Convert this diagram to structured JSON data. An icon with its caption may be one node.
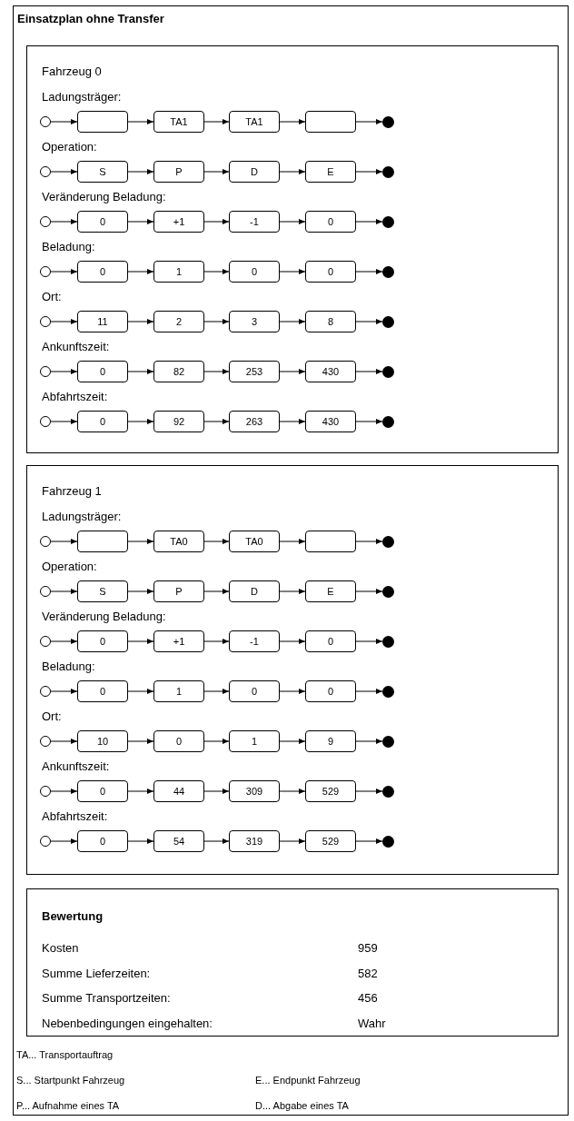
{
  "diagram": {
    "nodes": [
      {
        "text": [
          "Einsatzplan ohne Transfer"
        ]
      },
      {
        "text": [
          "Fahrzeug 0",
          "Ladungsträger:",
          "Operation:",
          "Veränderung Beladung:",
          "Beladung:",
          "Ort:",
          "Ankunftszeit:",
          "Abfahrtszeit:"
        ],
        "in": 0
      },
      {
        "text": [],
        "shape": "circle",
        "in": 1
      },
      {
        "text": [],
        "shape": "box",
        "in": 1
      },
      {
        "text": [
          "TA1"
        ],
        "in": 1
      },
      {
        "text": [
          "TA1"
        ],
        "in": 1
      },
      {
        "text": [],
        "shape": "box",
        "in": 1
      },
      {
        "text": [],
        "shape": "dot",
        "in": 1
      },
      {
        "text": [],
        "shape": "circle",
        "in": 1
      },
      {
        "text": [
          "S"
        ],
        "in": 1
      },
      {
        "text": [
          "P"
        ],
        "in": 1
      },
      {
        "text": [
          "D"
        ],
        "in": 1
      },
      {
        "text": [
          "E"
        ],
        "in": 1
      },
      {
        "text": [],
        "shape": "dot",
        "in": 1
      },
      {
        "text": [],
        "shape": "circle",
        "in": 1
      },
      {
        "text": [
          "0"
        ],
        "in": 1
      },
      {
        "text": [
          "+1"
        ],
        "in": 1
      },
      {
        "text": [
          "-1"
        ],
        "in": 1
      },
      {
        "text": [
          "0"
        ],
        "in": 1
      },
      {
        "text": [],
        "shape": "dot",
        "in": 1
      },
      {
        "text": [],
        "shape": "circle",
        "in": 1
      },
      {
        "text": [
          "0"
        ],
        "in": 1
      },
      {
        "text": [
          "1"
        ],
        "in": 1
      },
      {
        "text": [
          "0"
        ],
        "in": 1
      },
      {
        "text": [
          "0"
        ],
        "in": 1
      },
      {
        "text": [],
        "shape": "dot",
        "in": 1
      },
      {
        "text": [],
        "shape": "circle",
        "in": 1
      },
      {
        "text": [
          "11"
        ],
        "in": 1
      },
      {
        "text": [
          "2"
        ],
        "in": 1
      },
      {
        "text": [
          "3"
        ],
        "in": 1
      },
      {
        "text": [
          "8"
        ],
        "in": 1
      },
      {
        "text": [],
        "shape": "dot",
        "in": 1
      },
      {
        "text": [],
        "shape": "circle",
        "in": 1
      },
      {
        "text": [
          "0"
        ],
        "in": 1
      },
      {
        "text": [
          "82"
        ],
        "in": 1
      },
      {
        "text": [
          "253"
        ],
        "in": 1
      },
      {
        "text": [
          "430"
        ],
        "in": 1
      },
      {
        "text": [],
        "shape": "dot",
        "in": 1
      },
      {
        "text": [],
        "shape": "circle",
        "in": 1
      },
      {
        "text": [
          "0"
        ],
        "in": 1
      },
      {
        "text": [
          "92"
        ],
        "in": 1
      },
      {
        "text": [
          "263"
        ],
        "in": 1
      },
      {
        "text": [
          "430"
        ],
        "in": 1
      },
      {
        "text": [],
        "shape": "dot",
        "in": 1
      },
      {
        "text": [
          "Fahrzeug 1",
          "Ladungsträger:",
          "Operation:",
          "Veränderung Beladung:",
          "Beladung:",
          "Ort:",
          "Ankunftszeit:",
          "Abfahrtszeit:"
        ],
        "in": 0
      },
      {
        "text": [],
        "shape": "circle",
        "in": 44
      },
      {
        "text": [],
        "shape": "box",
        "in": 44
      },
      {
        "text": [
          "TA0"
        ],
        "in": 44
      },
      {
        "text": [
          "TA0"
        ],
        "in": 44
      },
      {
        "text": [],
        "shape": "box",
        "in": 44
      },
      {
        "text": [],
        "shape": "dot",
        "in": 44
      },
      {
        "text": [],
        "shape": "circle",
        "in": 44
      },
      {
        "text": [
          "S"
        ],
        "in": 44
      },
      {
        "text": [
          "P"
        ],
        "in": 44
      },
      {
        "text": [
          "D"
        ],
        "in": 44
      },
      {
        "text": [
          "E"
        ],
        "in": 44
      },
      {
        "text": [],
        "shape": "dot",
        "in": 44
      },
      {
        "text": [],
        "shape": "circle",
        "in": 44
      },
      {
        "text": [
          "0"
        ],
        "in": 44
      },
      {
        "text": [
          "+1"
        ],
        "in": 44
      },
      {
        "text": [
          "-1"
        ],
        "in": 44
      },
      {
        "text": [
          "0"
        ],
        "in": 44
      },
      {
        "text": [],
        "shape": "dot",
        "in": 44
      },
      {
        "text": [],
        "shape": "circle",
        "in": 44
      },
      {
        "text": [
          "0"
        ],
        "in": 44
      },
      {
        "text": [
          "1"
        ],
        "in": 44
      },
      {
        "text": [
          "0"
        ],
        "in": 44
      },
      {
        "text": [
          "0"
        ],
        "in": 44
      },
      {
        "text": [],
        "shape": "dot",
        "in": 44
      },
      {
        "text": [],
        "shape": "circle",
        "in": 44
      },
      {
        "text": [
          "10"
        ],
        "in": 44
      },
      {
        "text": [
          "0"
        ],
        "in": 44
      },
      {
        "text": [
          "1"
        ],
        "in": 44
      },
      {
        "text": [
          "9"
        ],
        "in": 44
      },
      {
        "text": [],
        "shape": "dot",
        "in": 44
      },
      {
        "text": [],
        "shape": "circle",
        "in": 44
      },
      {
        "text": [
          "0"
        ],
        "in": 44
      },
      {
        "text": [
          "44"
        ],
        "in": 44
      },
      {
        "text": [
          "309"
        ],
        "in": 44
      },
      {
        "text": [
          "529"
        ],
        "in": 44
      },
      {
        "text": [],
        "shape": "dot",
        "in": 44
      },
      {
        "text": [],
        "shape": "circle",
        "in": 44
      },
      {
        "text": [
          "0"
        ],
        "in": 44
      },
      {
        "text": [
          "54"
        ],
        "in": 44
      },
      {
        "text": [
          "319"
        ],
        "in": 44
      },
      {
        "text": [
          "529"
        ],
        "in": 44
      },
      {
        "text": [],
        "shape": "dot",
        "in": 44
      },
      {
        "text": [
          "Bewertung",
          "Kosten",
          "959",
          "Summe Lieferzeiten:",
          "582",
          "Summe Transportzeiten:",
          "456",
          "Nebenbedingungen eingehalten:",
          "Wahr"
        ],
        "in": 0
      }
    ],
    "edges": [
      {
        "from": 2,
        "to": 3,
        "arrow": "to"
      },
      {
        "from": 3,
        "to": 4,
        "arrow": "to"
      },
      {
        "from": 4,
        "to": 5,
        "arrow": "to"
      },
      {
        "from": 5,
        "to": 6,
        "arrow": "to"
      },
      {
        "from": 6,
        "to": 7,
        "arrow": "to"
      },
      {
        "from": 8,
        "to": 9,
        "arrow": "to"
      },
      {
        "from": 9,
        "to": 10,
        "arrow": "to"
      },
      {
        "from": 10,
        "to": 11,
        "arrow": "to"
      },
      {
        "from": 11,
        "to": 12,
        "arrow": "to"
      },
      {
        "from": 12,
        "to": 13,
        "arrow": "to"
      },
      {
        "from": 14,
        "to": 15,
        "arrow": "to"
      },
      {
        "from": 15,
        "to": 16,
        "arrow": "to"
      },
      {
        "from": 16,
        "to": 17,
        "arrow": "to"
      },
      {
        "from": 17,
        "to": 18,
        "arrow": "to"
      },
      {
        "from": 18,
        "to": 19,
        "arrow": "to"
      },
      {
        "from": 20,
        "to": 21,
        "arrow": "to"
      },
      {
        "from": 21,
        "to": 22,
        "arrow": "to"
      },
      {
        "from": 22,
        "to": 23,
        "arrow": "to"
      },
      {
        "from": 23,
        "to": 24,
        "arrow": "to"
      },
      {
        "from": 24,
        "to": 25,
        "arrow": "to"
      },
      {
        "from": 26,
        "to": 27,
        "arrow": "to"
      },
      {
        "from": 27,
        "to": 28,
        "arrow": "to"
      },
      {
        "from": 28,
        "to": 29,
        "arrow": "to"
      },
      {
        "from": 29,
        "to": 30,
        "arrow": "to"
      },
      {
        "from": 30,
        "to": 31,
        "arrow": "to"
      },
      {
        "from": 32,
        "to": 33,
        "arrow": "to"
      },
      {
        "from": 33,
        "to": 34,
        "arrow": "to"
      },
      {
        "from": 34,
        "to": 35,
        "arrow": "to"
      },
      {
        "from": 35,
        "to": 36,
        "arrow": "to"
      },
      {
        "from": 36,
        "to": 37,
        "arrow": "to"
      },
      {
        "from": 38,
        "to": 39,
        "arrow": "to"
      },
      {
        "from": 39,
        "to": 40,
        "arrow": "to"
      },
      {
        "from": 40,
        "to": 41,
        "arrow": "to"
      },
      {
        "from": 41,
        "to": 42,
        "arrow": "to"
      },
      {
        "from": 42,
        "to": 43,
        "arrow": "to"
      },
      {
        "from": 45,
        "to": 46,
        "arrow": "to"
      },
      {
        "from": 46,
        "to": 47,
        "arrow": "to"
      },
      {
        "from": 47,
        "to": 48,
        "arrow": "to"
      },
      {
        "from": 48,
        "to": 49,
        "arrow": "to"
      },
      {
        "from": 49,
        "to": 50,
        "arrow": "to"
      },
      {
        "from": 51,
        "to": 52,
        "arrow": "to"
      },
      {
        "from": 52,
        "to": 53,
        "arrow": "to"
      },
      {
        "from": 53,
        "to": 54,
        "arrow": "to"
      },
      {
        "from": 54,
        "to": 55,
        "arrow": "to"
      },
      {
        "from": 55,
        "to": 56,
        "arrow": "to"
      },
      {
        "from": 57,
        "to": 58,
        "arrow": "to"
      },
      {
        "from": 58,
        "to": 59,
        "arrow": "to"
      },
      {
        "from": 59,
        "to": 60,
        "arrow": "to"
      },
      {
        "from": 60,
        "to": 61,
        "arrow": "to"
      },
      {
        "from": 61,
        "to": 62,
        "arrow": "to"
      },
      {
        "from": 63,
        "to": 64,
        "arrow": "to"
      },
      {
        "from": 64,
        "to": 65,
        "arrow": "to"
      },
      {
        "from": 65,
        "to": 66,
        "arrow": "to"
      },
      {
        "from": 66,
        "to": 67,
        "arrow": "to"
      },
      {
        "from": 67,
        "to": 68,
        "arrow": "to"
      },
      {
        "from": 69,
        "to": 70,
        "arrow": "to"
      },
      {
        "from": 70,
        "to": 71,
        "arrow": "to"
      },
      {
        "from": 71,
        "to": 72,
        "arrow": "to"
      },
      {
        "from": 72,
        "to": 73,
        "arrow": "to"
      },
      {
        "from": 73,
        "to": 74,
        "arrow": "to"
      },
      {
        "from": 75,
        "to": 76,
        "arrow": "to"
      },
      {
        "from": 76,
        "to": 77,
        "arrow": "to"
      },
      {
        "from": 77,
        "to": 78,
        "arrow": "to"
      },
      {
        "from": 78,
        "to": 79,
        "arrow": "to"
      },
      {
        "from": 79,
        "to": 80,
        "arrow": "to"
      },
      {
        "from": 81,
        "to": 82,
        "arrow": "to"
      },
      {
        "from": 82,
        "to": 83,
        "arrow": "to"
      },
      {
        "from": 83,
        "to": 84,
        "arrow": "to"
      },
      {
        "from": 84,
        "to": 85,
        "arrow": "to"
      },
      {
        "from": 85,
        "to": 86,
        "arrow": "to"
      }
    ],
    "labels": [
      "TA... Transportauftrag",
      "S... Startpunkt Fahrzeug",
      "E... Endpunkt Fahrzeug",
      "P... Aufnahme eines TA",
      "D... Abgabe eines TA"
    ]
  }
}
